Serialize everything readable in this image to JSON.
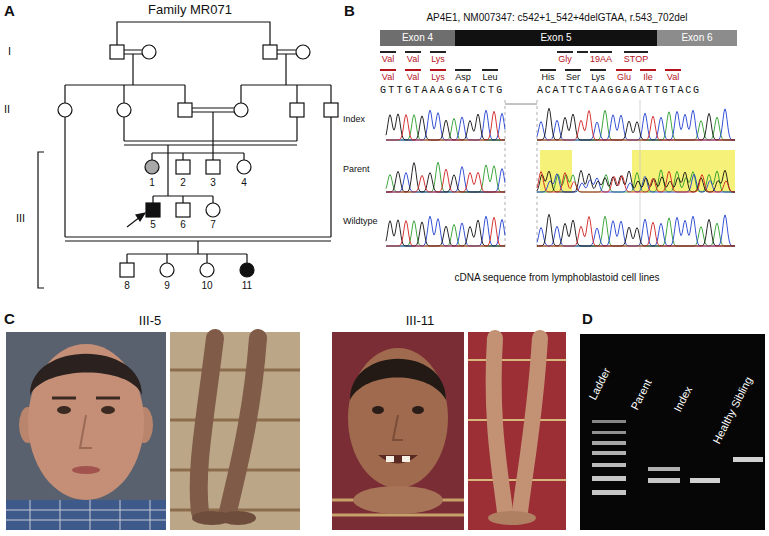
{
  "diagram": {
    "nodes": [
      {
        "text": [
          "Exon 4"
        ]
      },
      {
        "text": [
          "Exon 5"
        ]
      },
      {
        "text": [
          "Exon 6"
        ]
      }
    ],
    "labels": [
      "A",
      "Family MR071",
      "I",
      "II",
      "III",
      "1",
      "2",
      "3",
      "4",
      "5",
      "6",
      "7",
      "8",
      "9",
      "10",
      "11",
      "B",
      "AP4E1, NM007347: c542+1_542+4delGTAA, r.543_702del",
      "Val",
      "Val",
      "Lys",
      "Gly",
      "19AA",
      "STOP",
      "Val",
      "Val",
      "Lys",
      "Asp",
      "Leu",
      "His",
      "Ser",
      "Lys",
      "Glu",
      "Ile",
      "Val",
      "GTTGTAAAGGATCTG",
      "ACATTCTAAGGAGATTGTACG",
      "Index",
      "Parent",
      "Wildtype",
      "cDNA sequence from lymphoblastoid cell lines",
      "C",
      "III-5",
      "III-11",
      "D",
      "Ladder",
      "Parent",
      "Index",
      "Healthy Sibling"
    ]
  }
}
